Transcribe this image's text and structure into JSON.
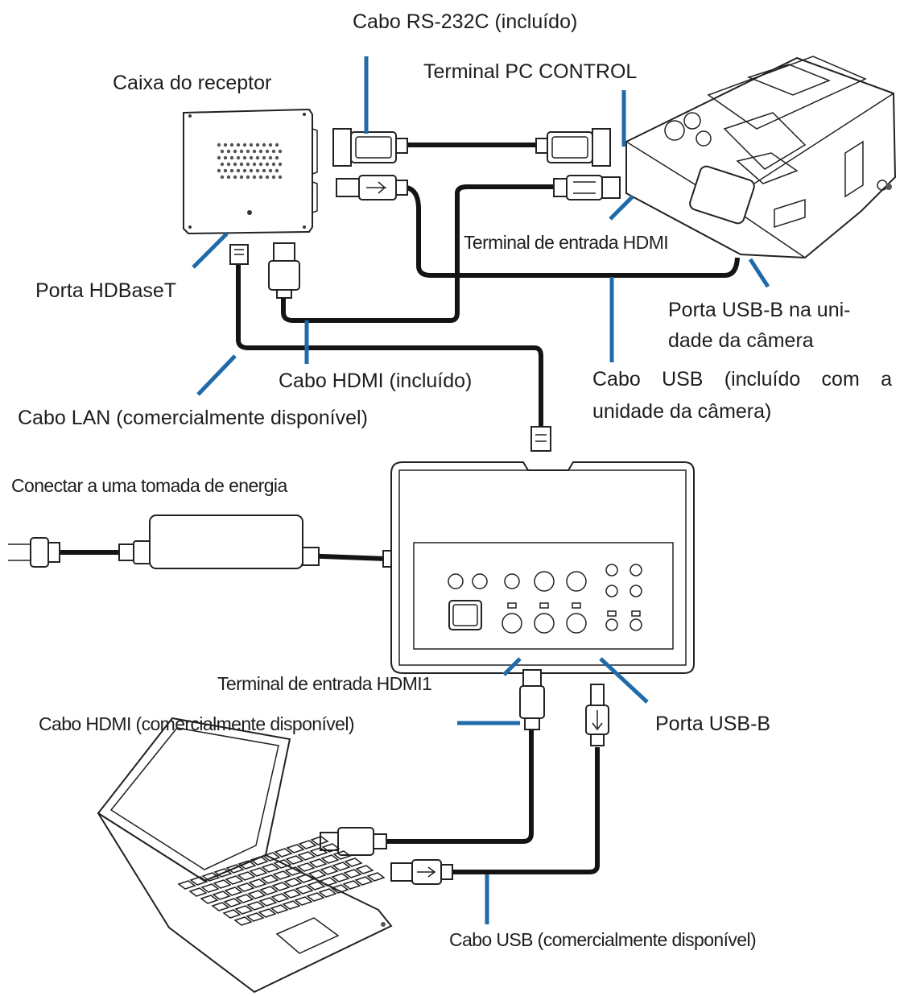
{
  "labels": {
    "rs232c_cable": "Cabo RS-232C (incluído)",
    "receiver_box": "Caixa do receptor",
    "pc_control_terminal": "Terminal PC CONTROL",
    "hdmi_input_terminal": "Terminal de entrada HDMI",
    "hdbaset_port": "Porta HDBaseT",
    "usb_b_camera_port_line1": "Porta USB-B na uni-",
    "usb_b_camera_port_line2": "dade da câmera",
    "hdmi_cable_included": "Cabo HDMI (incluído)",
    "usb_cable_camera_line1": "Cabo USB (incluído com a",
    "usb_cable_camera_line2": "unidade da câmera)",
    "lan_cable": "Cabo LAN (comercialmente disponível)",
    "power_outlet": "Conectar a uma tomada de energia",
    "hdmi1_input_terminal": "Terminal de entrada HDMI1",
    "hdmi_cable_commercial": "Cabo HDMI (comercialmente disponível)",
    "usb_b_port": "Porta USB-B",
    "usb_cable_commercial": "Cabo USB (comercialmente disponível)"
  },
  "colors": {
    "leader_line": "#1f6aa8",
    "cable": "#141414",
    "text": "#1e1e1e"
  },
  "devices": {
    "receiver_box": "receiver-box",
    "projector": "projector-with-camera-unit",
    "transmitter_box": "hdbaset-transmitter-box",
    "power_adapter": "ac-power-adapter",
    "laptop": "laptop-computer"
  }
}
